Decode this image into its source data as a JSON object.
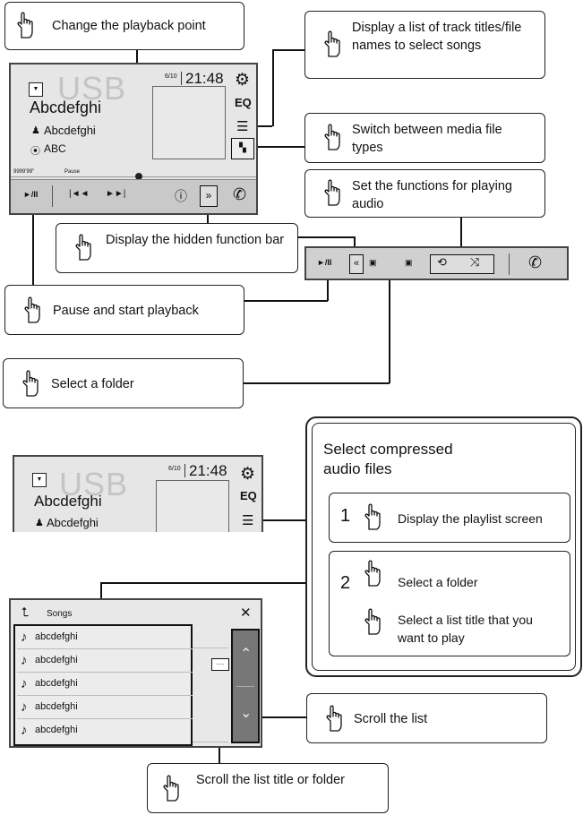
{
  "callouts": {
    "playback_point": "Change the playback point",
    "track_list": "Display a list of track titles/file names to select songs",
    "media_types": "Switch between media file types",
    "functions_audio": "Set the functions for playing audio",
    "hidden_bar": "Display the hidden function bar",
    "pause_start": "Pause and start playback",
    "select_folder": "Select a folder",
    "scroll_list": "Scroll the list",
    "scroll_title": "Scroll the list title or folder"
  },
  "screen_top": {
    "source": "USB",
    "title": "Abcdefghi",
    "artist": "Abcdefghi",
    "album": "ABC",
    "track_count": "6/10",
    "clock": "21:48",
    "eq_label": "EQ",
    "time": "9999'99\"",
    "status": "Pause",
    "icons": [
      "play-pause-icon",
      "prev-track-icon",
      "next-track-icon",
      "info-icon",
      "expand-icon",
      "phone-icon"
    ]
  },
  "function_bar": {
    "icons": [
      "play-pause-icon",
      "collapse-icon",
      "folder-prev-icon",
      "folder-next-icon",
      "repeat-icon",
      "shuffle-icon",
      "phone-icon"
    ]
  },
  "compressed_panel": {
    "title": "Select compressed audio files",
    "step1_num": "1",
    "step1_text": "Display the playlist screen",
    "step2_num": "2",
    "step2_text_a": "Select a folder",
    "step2_text_b": "Select a list title that you want to play"
  },
  "screen_bottom": {
    "source": "USB",
    "title": "Abcdefghi",
    "artist": "Abcdefghi",
    "track_count": "6/10",
    "clock": "21:48",
    "eq_label": "EQ"
  },
  "song_list": {
    "header": "Songs",
    "more_label": "···",
    "rows": [
      "abcdefghi",
      "abcdefghi",
      "abcdefghi",
      "abcdefghi",
      "abcdefghi"
    ]
  }
}
